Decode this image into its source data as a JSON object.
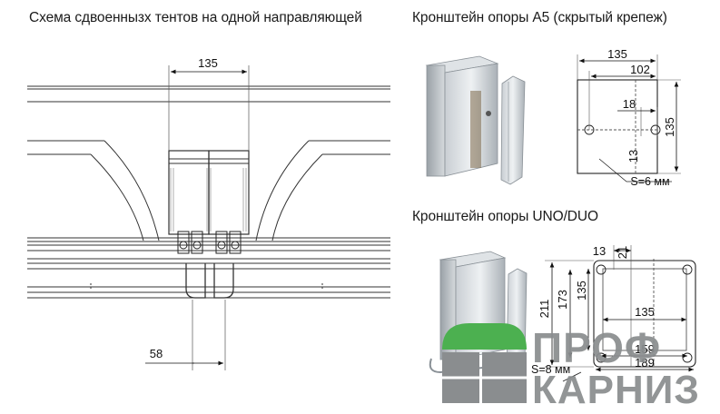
{
  "headings": {
    "left": "Схема сдвоеннызх тентов на одной направляющей",
    "a5": "Кронштейн опоры А5 (скрытый крепеж)",
    "uno": "Кронштейн опоры UNO/DUO"
  },
  "dimensions": {
    "left_width": "135",
    "left_offset": "58",
    "a5_width": "135",
    "a5_inner_width": "102",
    "a5_hole_offset": "18",
    "a5_hole_vertical": "13",
    "a5_height": "135",
    "a5_thickness": "S=6 мм",
    "uno_13": "13",
    "uno_21": "21",
    "uno_height_total": "211",
    "uno_height_173": "173",
    "uno_height_135": "135",
    "uno_width_135": "135",
    "uno_width_159": "159",
    "uno_width_189": "189",
    "uno_thickness": "S=8 мм"
  },
  "logo": {
    "line1": "ПРОФ",
    "line2": "КАРНИЗ",
    "colors": {
      "green": "#4cb050",
      "gray": "#8a8d8f"
    }
  }
}
